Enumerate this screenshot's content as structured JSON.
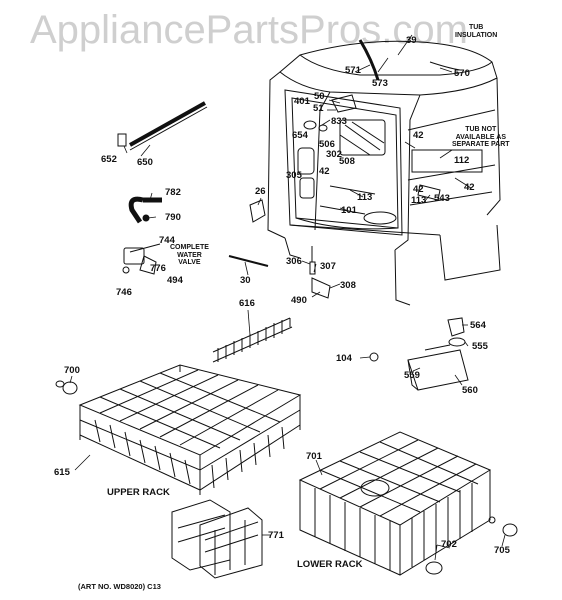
{
  "watermark": "AppliancePartsPros.com",
  "parts": [
    {
      "id": "p39",
      "label": "39"
    },
    {
      "id": "p571",
      "label": "571"
    },
    {
      "id": "p573",
      "label": "573"
    },
    {
      "id": "p570",
      "label": "570"
    },
    {
      "id": "p50",
      "label": "50"
    },
    {
      "id": "p401",
      "label": "401"
    },
    {
      "id": "p51",
      "label": "51"
    },
    {
      "id": "p833",
      "label": "833"
    },
    {
      "id": "p654",
      "label": "654"
    },
    {
      "id": "p506",
      "label": "506"
    },
    {
      "id": "p302",
      "label": "302"
    },
    {
      "id": "p508",
      "label": "508"
    },
    {
      "id": "p305",
      "label": "305"
    },
    {
      "id": "p42a",
      "label": "42"
    },
    {
      "id": "p42b",
      "label": "42"
    },
    {
      "id": "p42c",
      "label": "42"
    },
    {
      "id": "p42d",
      "label": "42"
    },
    {
      "id": "p112",
      "label": "112"
    },
    {
      "id": "p113a",
      "label": "113"
    },
    {
      "id": "p113b",
      "label": "113"
    },
    {
      "id": "p543",
      "label": "543"
    },
    {
      "id": "p101",
      "label": "101"
    },
    {
      "id": "p652",
      "label": "652"
    },
    {
      "id": "p650",
      "label": "650"
    },
    {
      "id": "p782",
      "label": "782"
    },
    {
      "id": "p790",
      "label": "790"
    },
    {
      "id": "p26",
      "label": "26"
    },
    {
      "id": "p744",
      "label": "744"
    },
    {
      "id": "p776",
      "label": "776"
    },
    {
      "id": "p494",
      "label": "494"
    },
    {
      "id": "p746",
      "label": "746"
    },
    {
      "id": "p30",
      "label": "30"
    },
    {
      "id": "p306",
      "label": "306"
    },
    {
      "id": "p307",
      "label": "307"
    },
    {
      "id": "p308",
      "label": "308"
    },
    {
      "id": "p490",
      "label": "490"
    },
    {
      "id": "p616",
      "label": "616"
    },
    {
      "id": "p564",
      "label": "564"
    },
    {
      "id": "p555",
      "label": "555"
    },
    {
      "id": "p104",
      "label": "104"
    },
    {
      "id": "p559",
      "label": "559"
    },
    {
      "id": "p560",
      "label": "560"
    },
    {
      "id": "p700",
      "label": "700"
    },
    {
      "id": "p615",
      "label": "615"
    },
    {
      "id": "p701",
      "label": "701"
    },
    {
      "id": "p771",
      "label": "771"
    },
    {
      "id": "p702",
      "label": "702"
    },
    {
      "id": "p705",
      "label": "705"
    }
  ],
  "notes": {
    "tub_insulation": "TUB\nINSULATION",
    "tub_not_available": "TUB NOT\nAVAILABLE AS\nSEPARATE PART",
    "complete_water_valve": "COMPLETE\nWATER\nVALVE"
  },
  "captions": {
    "upper_rack": "UPPER RACK",
    "lower_rack": "LOWER RACK"
  },
  "footer": "(ART NO. WD8020)  C13"
}
